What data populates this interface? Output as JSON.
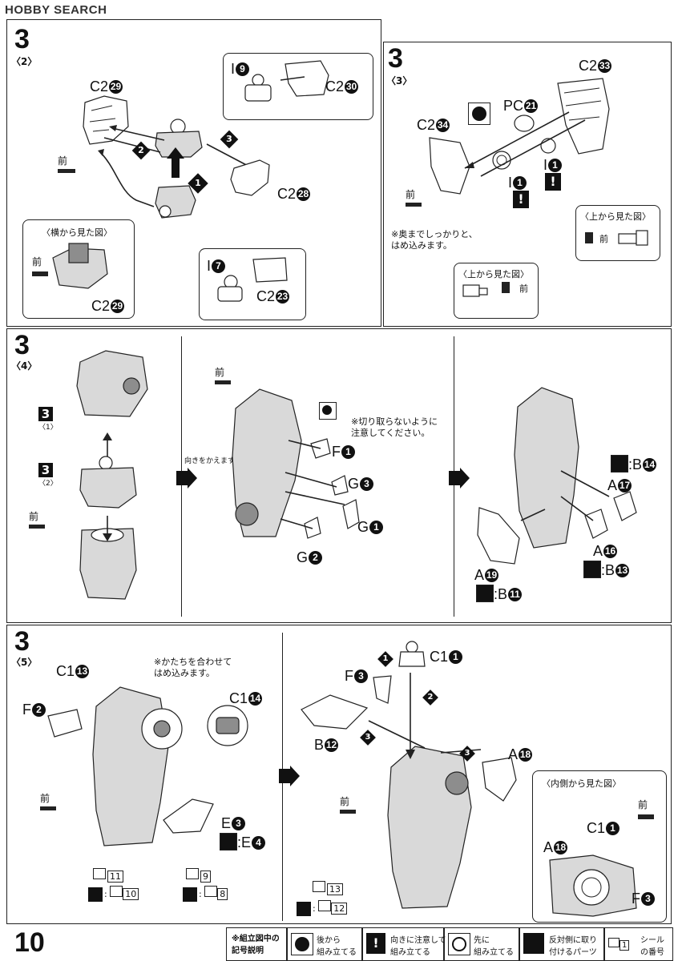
{
  "header": {
    "logo": "HOBBY SEARCH"
  },
  "page_number": "10",
  "steps": [
    {
      "num": "3",
      "sub": "〈2〉"
    },
    {
      "num": "3",
      "sub": "〈3〉"
    },
    {
      "num": "3",
      "sub": "〈4〉"
    },
    {
      "num": "3",
      "sub": "〈5〉"
    }
  ],
  "labels": {
    "front": "前",
    "c2_29": "C2",
    "c2_30": "C2",
    "i_9": "I",
    "c2_28": "C2",
    "i_7": "I",
    "c2_23": "C2",
    "c2_29b": "C2",
    "side_view": "〈横から見た図〉",
    "c2_33": "C2",
    "pc_21": "PC",
    "c2_34": "C2",
    "i_1a": "I",
    "i_1b": "I",
    "top_view": "〈上から見た図〉",
    "note_push": "※奥までしっかりと、\nはめ込みます。",
    "step3_1": "3",
    "step3_1_sub": "〈1〉",
    "step3_2": "3",
    "step3_2_sub": "〈2〉",
    "change_dir": "向きをかえます。",
    "note_cut": "※切り取らないように\n注意してください。",
    "f1": "F",
    "g3": "G",
    "g1": "G",
    "g2": "G",
    "b14": ":B",
    "a17": "A",
    "a16": "A",
    "b13": ":B",
    "a19": "A",
    "b11": ":B",
    "c1_13": "C1",
    "c1_14": "C1",
    "f2": "F",
    "e3": "E",
    "e4": ":E",
    "note_shape": "※かたちを合わせて\nはめ込みます。",
    "s11": "11",
    "s10": "10",
    "s9": "9",
    "s8": "8",
    "c1_1": "C1",
    "f3": "F",
    "b12": "B",
    "a18": "A",
    "s13": "13",
    "s12": "12",
    "inner_view": "〈内側から見た図〉",
    "c1_1b": "C1",
    "a18b": "A",
    "f3b": "F"
  },
  "circled": {
    "n29": "29",
    "n30": "30",
    "n9": "9",
    "n28": "28",
    "n7": "7",
    "n23": "23",
    "n33": "33",
    "n21": "21",
    "n34": "34",
    "n1": "1",
    "n14": "14",
    "n17": "17",
    "n16": "16",
    "n13": "13",
    "n19": "19",
    "n11": "11",
    "n3": "3",
    "n2": "2",
    "n4": "4",
    "n12": "12",
    "n18": "18"
  },
  "legend": {
    "title": "※組立図中の\n記号説明",
    "items": [
      {
        "icon": "assemble-back-icon",
        "text": "後から\n組み立てる"
      },
      {
        "icon": "caution-icon",
        "text": "向きに注意して\n組み立てる"
      },
      {
        "icon": "assemble-first-icon",
        "text": "先に\n組み立てる"
      },
      {
        "icon": "mirror-part-icon",
        "text": "反対側に取り\n付けるパーツ"
      },
      {
        "icon": "sticker-icon",
        "sticker_num": "1",
        "text": "シール\nの番号"
      }
    ]
  }
}
